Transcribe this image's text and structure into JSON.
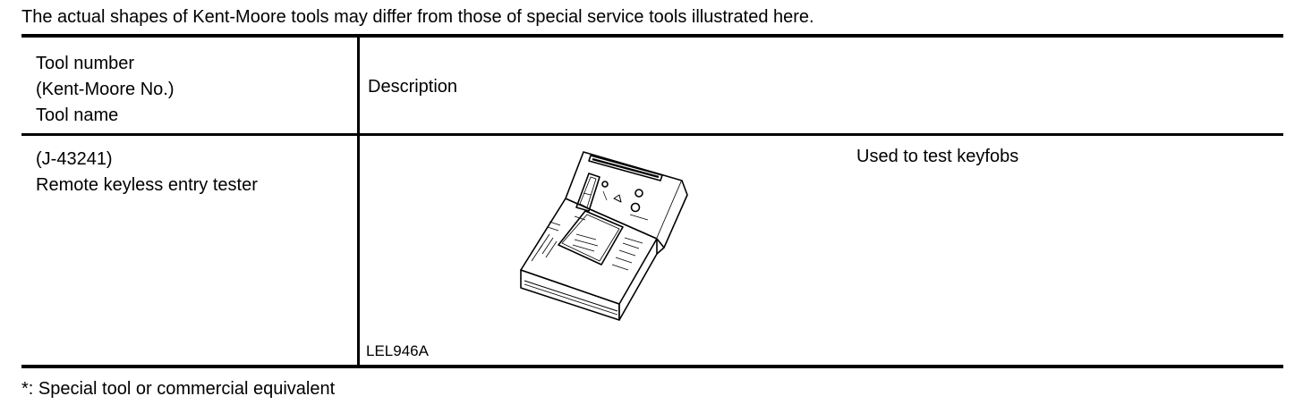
{
  "intro_text": "The actual shapes of Kent-Moore tools may differ from those of special service tools illustrated here.",
  "table": {
    "header": {
      "tool_lines": [
        "Tool number",
        "(Kent-Moore No.)",
        "Tool name"
      ],
      "description": "Description"
    },
    "rows": [
      {
        "tool_number": "(J-43241)",
        "tool_name": "Remote keyless entry tester",
        "description": "Used to test keyfobs",
        "figure_label": "LEL946A"
      }
    ]
  },
  "footnote": "*: Special tool or commercial equivalent"
}
